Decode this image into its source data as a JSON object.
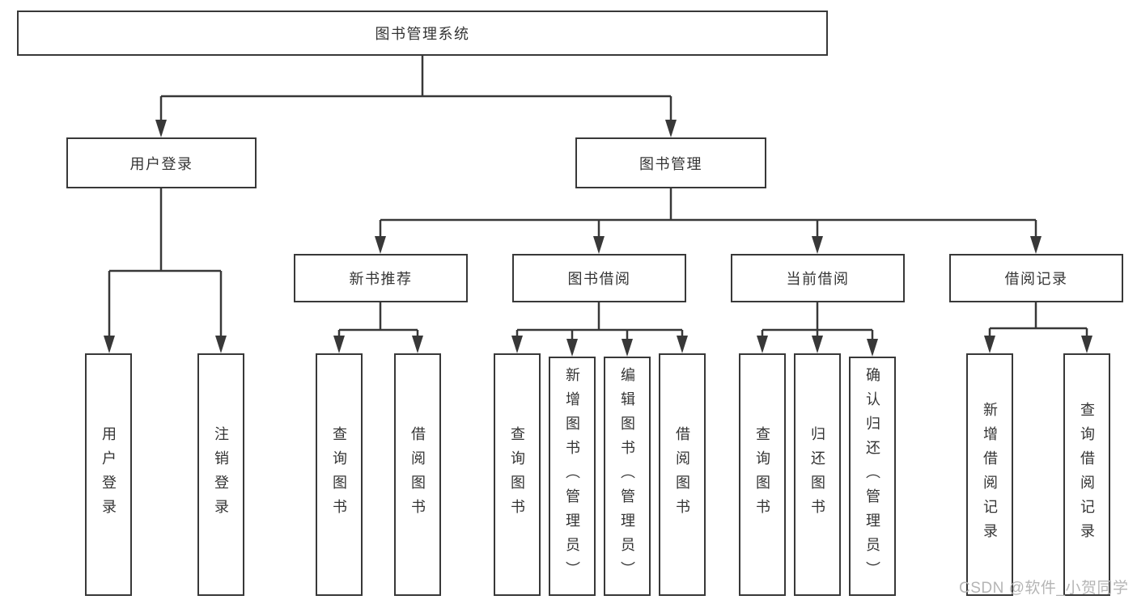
{
  "tree": {
    "root": {
      "label": "图书管理系统",
      "children": [
        {
          "label": "用户登录",
          "children": [
            {
              "label": "用户登录"
            },
            {
              "label": "注销登录"
            }
          ]
        },
        {
          "label": "图书管理",
          "children": [
            {
              "label": "新书推荐",
              "children": [
                {
                  "label": "查询图书"
                },
                {
                  "label": "借阅图书"
                }
              ]
            },
            {
              "label": "图书借阅",
              "children": [
                {
                  "label": "查询图书"
                },
                {
                  "label": "新增图书（管理员）"
                },
                {
                  "label": "编辑图书（管理员）"
                },
                {
                  "label": "借阅图书"
                }
              ]
            },
            {
              "label": "当前借阅",
              "children": [
                {
                  "label": "查询图书"
                },
                {
                  "label": "归还图书"
                },
                {
                  "label": "确认归还（管理员）"
                }
              ]
            },
            {
              "label": "借阅记录",
              "children": [
                {
                  "label": "新增借阅记录"
                },
                {
                  "label": "查询借阅记录"
                }
              ]
            }
          ]
        }
      ]
    }
  },
  "watermark": {
    "text": "CSDN @软件_小贺同学"
  },
  "colors": {
    "line": "#383838",
    "box_border": "#383838",
    "text": "#343434",
    "watermark_text": "#b5b5b5",
    "background": "#ffffff"
  }
}
